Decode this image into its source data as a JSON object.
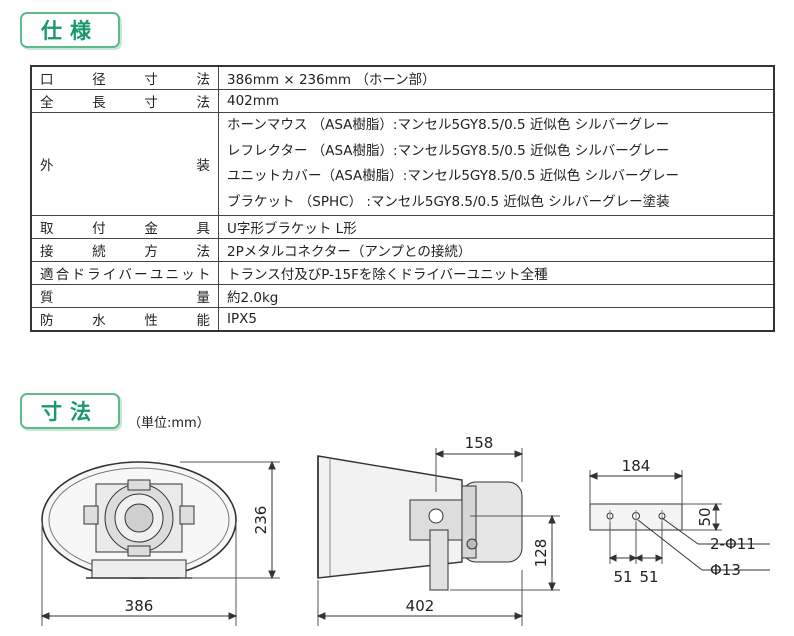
{
  "sections": {
    "spec_title": "仕様",
    "dim_title": "寸法",
    "dim_unit_note": "（単位:mm）"
  },
  "spec_rows": [
    {
      "label": "口径寸法",
      "value": "386mm × 236mm （ホーン部）"
    },
    {
      "label": "全長寸法",
      "value": "402mm"
    },
    {
      "label": "外装",
      "values": [
        "ホーンマウス （ASA樹脂）:マンセル5GY8.5/0.5 近似色 シルバーグレー",
        "レフレクター （ASA樹脂）:マンセル5GY8.5/0.5 近似色 シルバーグレー",
        "ユニットカバー（ASA樹脂）:マンセル5GY8.5/0.5 近似色 シルバーグレー",
        "ブラケット （SPHC） :マンセル5GY8.5/0.5 近似色 シルバーグレー塗装"
      ]
    },
    {
      "label": "取付金具",
      "value": "U字形ブラケット L形"
    },
    {
      "label": "接続方法",
      "value": "2Pメタルコネクター（アンプとの接続）"
    },
    {
      "label": "適合ドライバーユニット",
      "value": "トランス付及びP-15Fを除くドライバーユニット全種"
    },
    {
      "label": "質量",
      "value": "約2.0kg"
    },
    {
      "label": "防水性能",
      "value": "IPX5"
    }
  ],
  "dimensions": {
    "front_width": "386",
    "front_height": "236",
    "side_length": "402",
    "side_top": "158",
    "side_height": "128",
    "bracket_width": "184",
    "bracket_height": "50",
    "hole_pitch_1": "51",
    "hole_pitch_2": "51",
    "hole_small": "2-Φ11",
    "hole_large": "Φ13"
  }
}
